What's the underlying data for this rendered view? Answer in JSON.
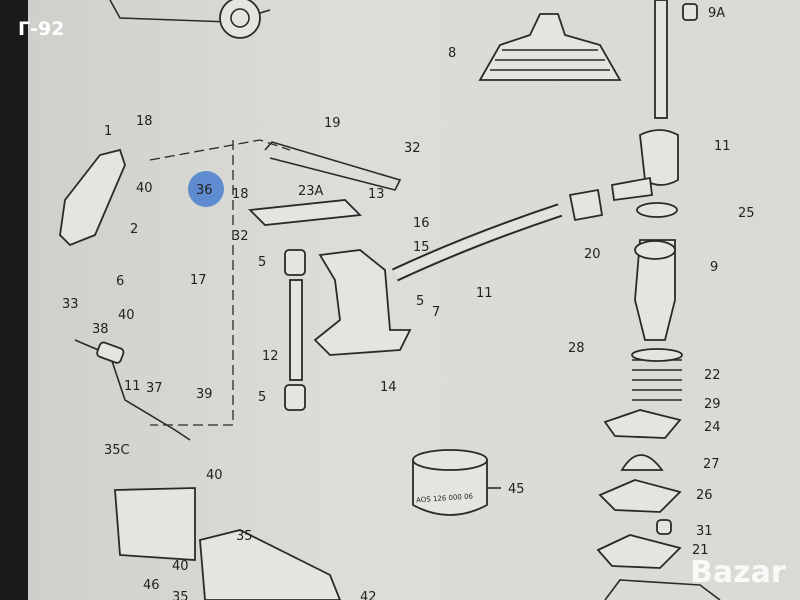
{
  "screen_label": "Г-92",
  "highlight_label": "36",
  "highlight_color": "#4a7fd0",
  "cylinder_text": "AOS 126 000 06",
  "watermark": "Bazar",
  "labels": [
    "9A",
    "8",
    "11",
    "1",
    "18",
    "19",
    "32",
    "40",
    "18",
    "23A",
    "13",
    "25",
    "16",
    "15",
    "2",
    "32",
    "20",
    "5",
    "9",
    "11",
    "6",
    "17",
    "5",
    "7",
    "33",
    "40",
    "38",
    "12",
    "28",
    "11",
    "37",
    "39",
    "22",
    "14",
    "5",
    "29",
    "24",
    "35C",
    "40",
    "45",
    "27",
    "26",
    "35",
    "31",
    "21",
    "40",
    "46",
    "35",
    "42"
  ]
}
